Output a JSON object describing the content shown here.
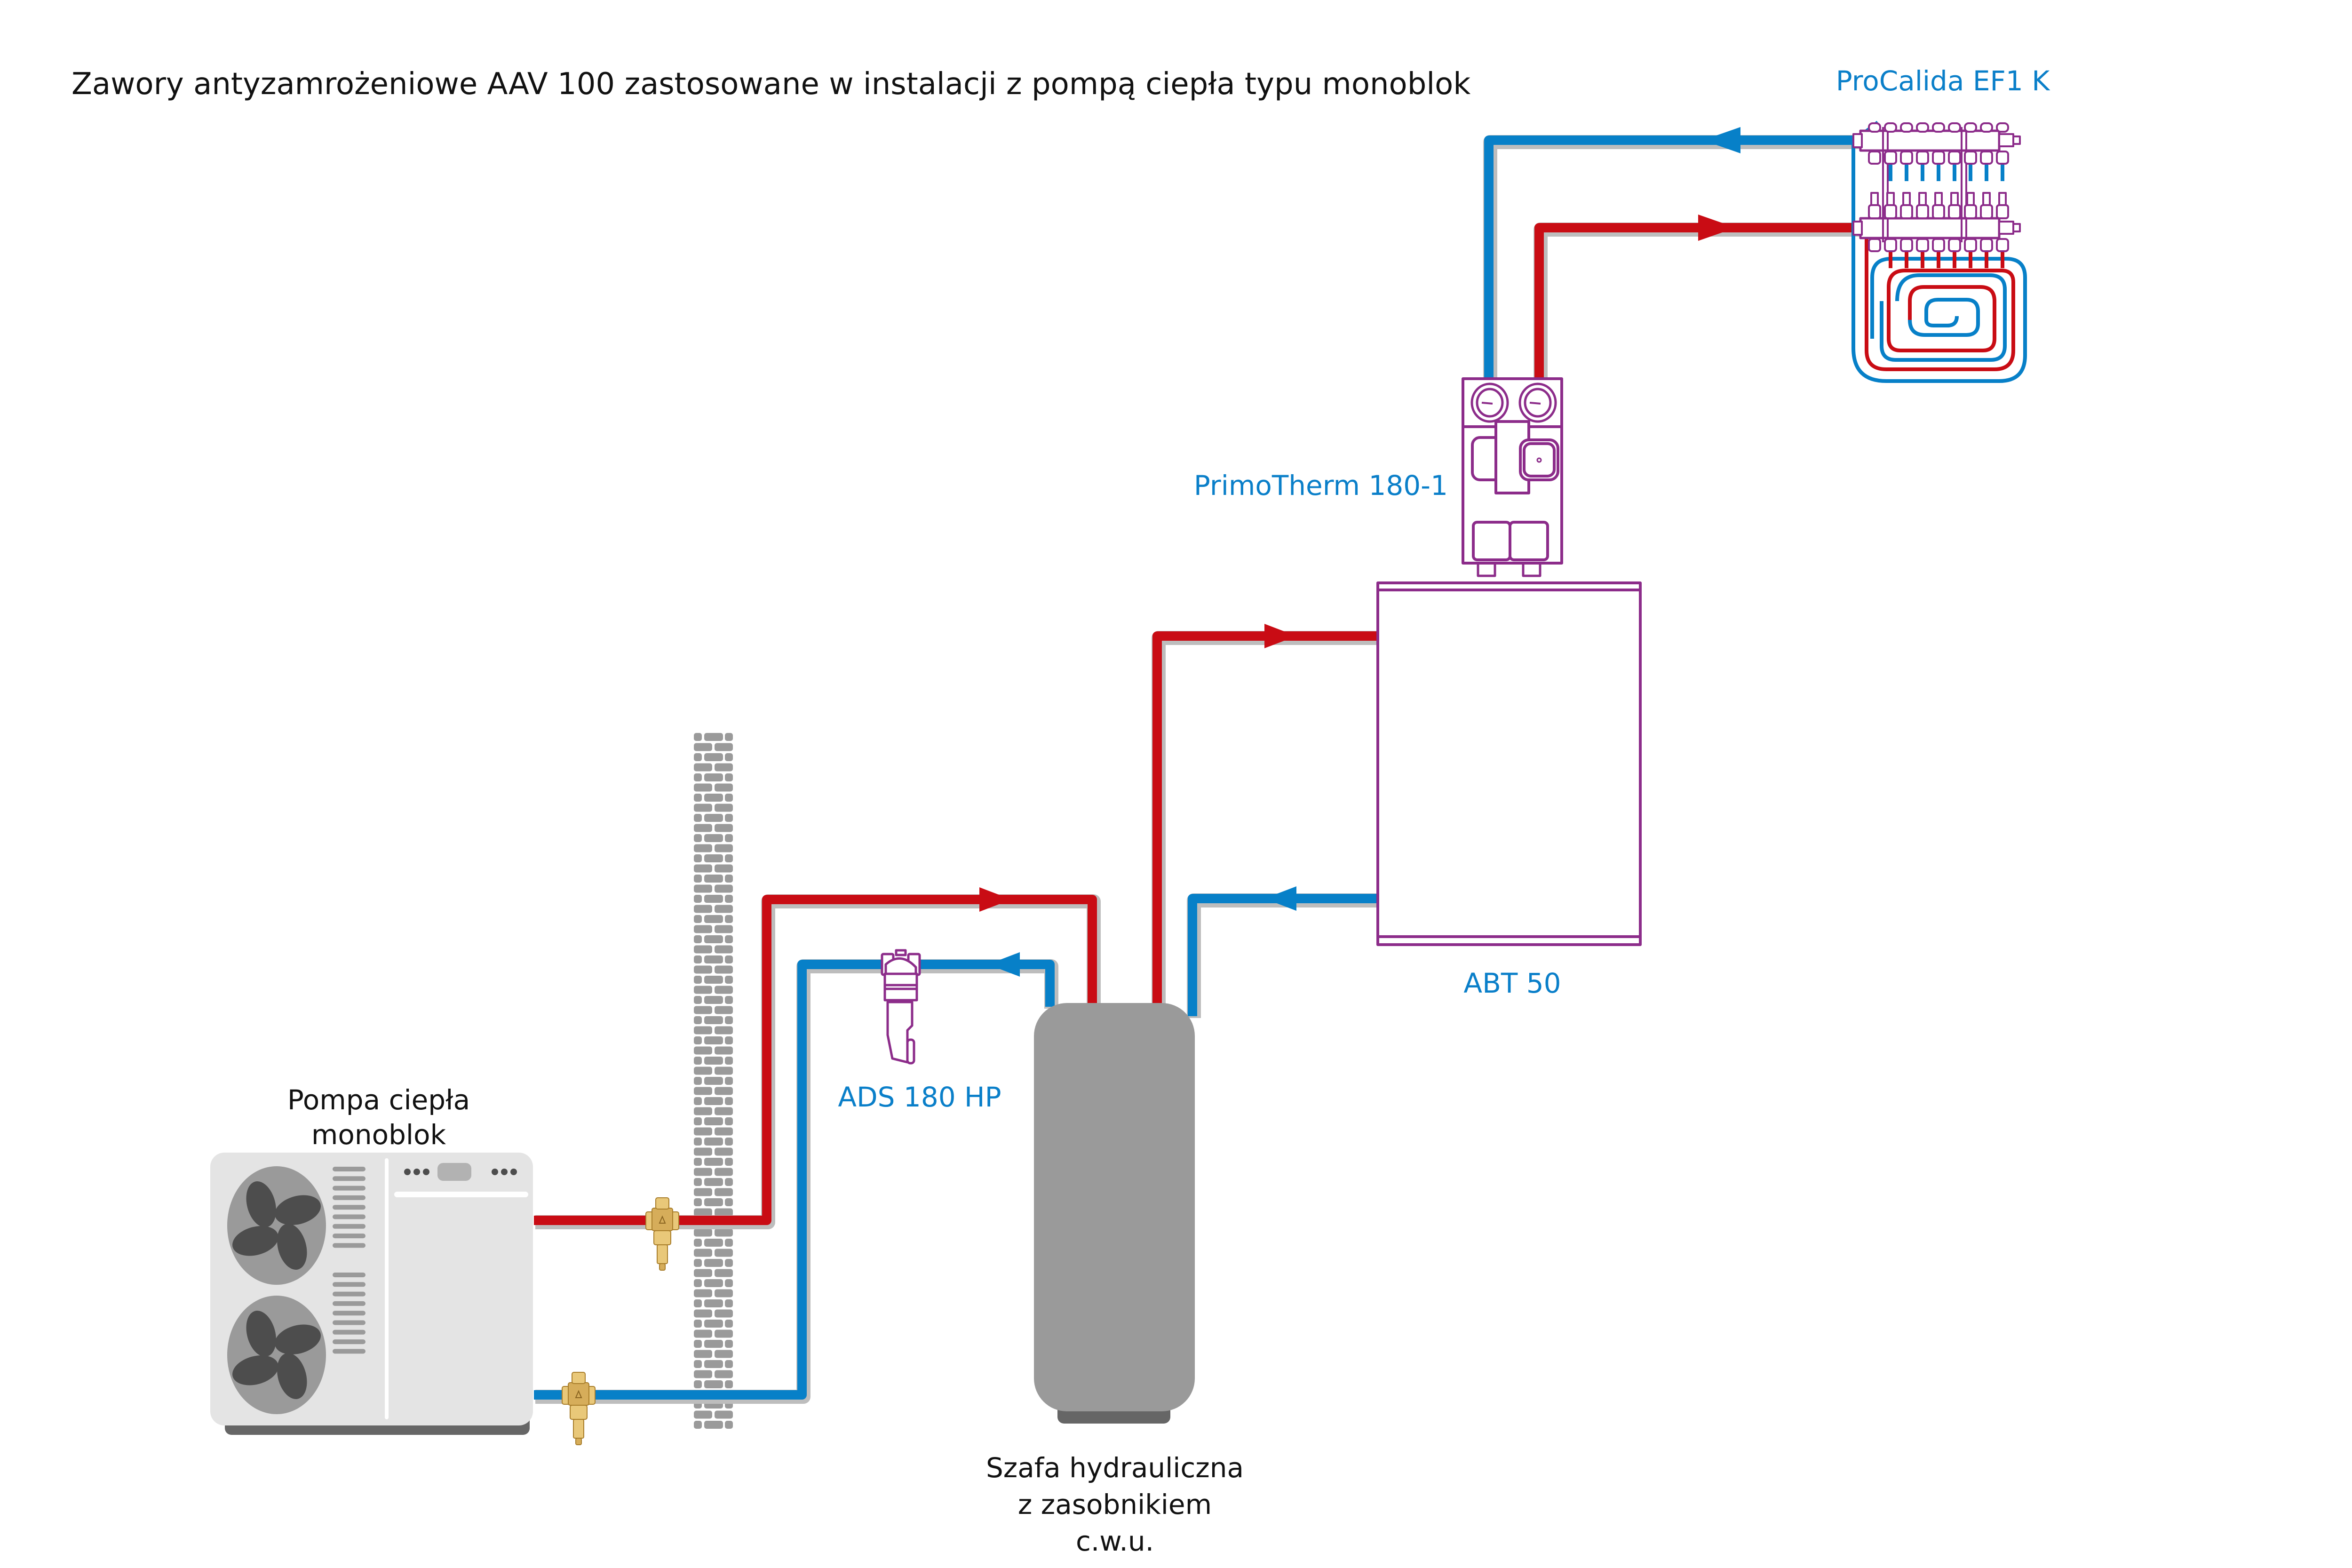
{
  "title": "Zawory antyzamrożeniowe AAV 100 zastosowane w instalacji z pompą ciepła typu monoblok",
  "labels": {
    "heat_pump_line1": "Pompa ciepła",
    "heat_pump_line2": "monoblok",
    "filter": "ADS 180 HP",
    "cabinet_line1": "Szafa hydrauliczna",
    "cabinet_line2": "z zasobnikiem",
    "cabinet_line3": "c.w.u.",
    "buffer": "ABT 50",
    "pump_group": "PrimoTherm 180-1",
    "manifold": "ProCalida EF1 K"
  },
  "components": [
    {
      "id": "heat-pump",
      "name": "Pompa ciepła monoblok",
      "icon": "heat-pump-icon"
    },
    {
      "id": "aav-supply",
      "name": "AAV 100",
      "icon": "antifreeze-valve-icon",
      "circuit": "supply"
    },
    {
      "id": "aav-return",
      "name": "AAV 100",
      "icon": "antifreeze-valve-icon",
      "circuit": "return"
    },
    {
      "id": "wall",
      "name": "wall",
      "icon": "brick-wall-icon"
    },
    {
      "id": "filter",
      "name": "ADS 180 HP",
      "icon": "magnetic-filter-icon"
    },
    {
      "id": "cabinet",
      "name": "Szafa hydrauliczna z zasobnikiem c.w.u.",
      "icon": "storage-tank-icon"
    },
    {
      "id": "buffer",
      "name": "ABT 50",
      "icon": "buffer-tank-icon"
    },
    {
      "id": "pump-group",
      "name": "PrimoTherm 180-1",
      "icon": "pump-group-icon"
    },
    {
      "id": "manifold",
      "name": "ProCalida EF1 K",
      "icon": "manifold-icon"
    },
    {
      "id": "floor-loop",
      "name": "floor heating loop",
      "icon": "underfloor-coil-icon"
    }
  ],
  "colors": {
    "supply": "#c90c14",
    "return": "#0780c8",
    "outline": "#8c2c8a",
    "label_blue": "#0a7fc9",
    "text": "#111111",
    "wall": "#9a9a9a",
    "tank": "#9a9a9a",
    "brass": "#d6ad5a"
  },
  "flow_arrows": [
    {
      "circuit": "supply",
      "direction": "right",
      "segment": "heat-pump-to-cabinet"
    },
    {
      "circuit": "return",
      "direction": "left",
      "segment": "cabinet-to-filter"
    },
    {
      "circuit": "supply",
      "direction": "right",
      "segment": "cabinet-to-buffer"
    },
    {
      "circuit": "return",
      "direction": "left",
      "segment": "buffer-to-cabinet"
    },
    {
      "circuit": "return",
      "direction": "left",
      "segment": "manifold-to-pump-group"
    },
    {
      "circuit": "supply",
      "direction": "right",
      "segment": "pump-group-to-manifold"
    }
  ],
  "manifold_circuits": 8
}
